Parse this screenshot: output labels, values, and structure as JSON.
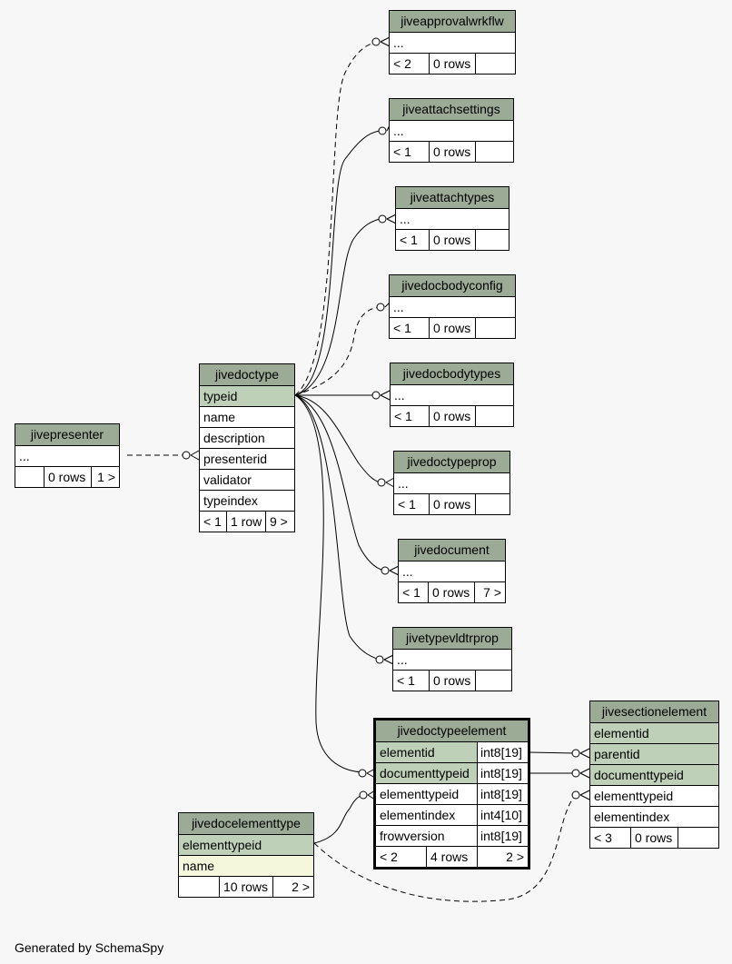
{
  "diagram": {
    "caption": "Generated by SchemaSpy",
    "colors": {
      "header": "#9bab96",
      "primary_key": "#bed1b8",
      "indexed": "#f4f7da",
      "background": "#f7f7f7"
    },
    "tables": {
      "jiveapprovalwrkflw": {
        "title": "jiveapprovalwrkflw",
        "ellipsis": "...",
        "parents": "< 2",
        "rows": "0 rows"
      },
      "jiveattachsettings": {
        "title": "jiveattachsettings",
        "ellipsis": "...",
        "parents": "< 1",
        "rows": "0 rows"
      },
      "jiveattachtypes": {
        "title": "jiveattachtypes",
        "ellipsis": "...",
        "parents": "< 1",
        "rows": "0 rows"
      },
      "jivedocbodyconfig": {
        "title": "jivedocbodyconfig",
        "ellipsis": "...",
        "parents": "< 1",
        "rows": "0 rows"
      },
      "jivedocbodytypes": {
        "title": "jivedocbodytypes",
        "ellipsis": "...",
        "parents": "< 1",
        "rows": "0 rows"
      },
      "jivedoctypeprop": {
        "title": "jivedoctypeprop",
        "ellipsis": "...",
        "parents": "< 1",
        "rows": "0 rows"
      },
      "jivedocument": {
        "title": "jivedocument",
        "ellipsis": "...",
        "parents": "< 1",
        "rows": "0 rows",
        "children": "7 >"
      },
      "jivetypevldtrprop": {
        "title": "jivetypevldtrprop",
        "ellipsis": "...",
        "parents": "< 1",
        "rows": "0 rows"
      },
      "jivepresenter": {
        "title": "jivepresenter",
        "ellipsis": "...",
        "rows": "0 rows",
        "children": "1 >"
      },
      "jivedoctype": {
        "title": "jivedoctype",
        "columns": [
          "typeid",
          "name",
          "description",
          "presenterid",
          "validator",
          "typeindex"
        ],
        "parents": "< 1",
        "rows": "1 row",
        "children": "9 >"
      },
      "jivedoctypeelement": {
        "title": "jivedoctypeelement",
        "columns": [
          {
            "name": "elementid",
            "type": "int8[19]"
          },
          {
            "name": "documenttypeid",
            "type": "int8[19]"
          },
          {
            "name": "elementtypeid",
            "type": "int8[19]"
          },
          {
            "name": "elementindex",
            "type": "int4[10]"
          },
          {
            "name": "frowversion",
            "type": "int8[19]"
          }
        ],
        "parents": "< 2",
        "rows": "4 rows",
        "children": "2 >"
      },
      "jivedocelementtype": {
        "title": "jivedocelementtype",
        "columns": [
          "elementtypeid",
          "name"
        ],
        "rows": "10 rows",
        "children": "2 >"
      },
      "jivesectionelement": {
        "title": "jivesectionelement",
        "columns": [
          "elementid",
          "parentid",
          "documenttypeid",
          "elementtypeid",
          "elementindex"
        ],
        "parents": "< 3",
        "rows": "0 rows"
      }
    }
  }
}
